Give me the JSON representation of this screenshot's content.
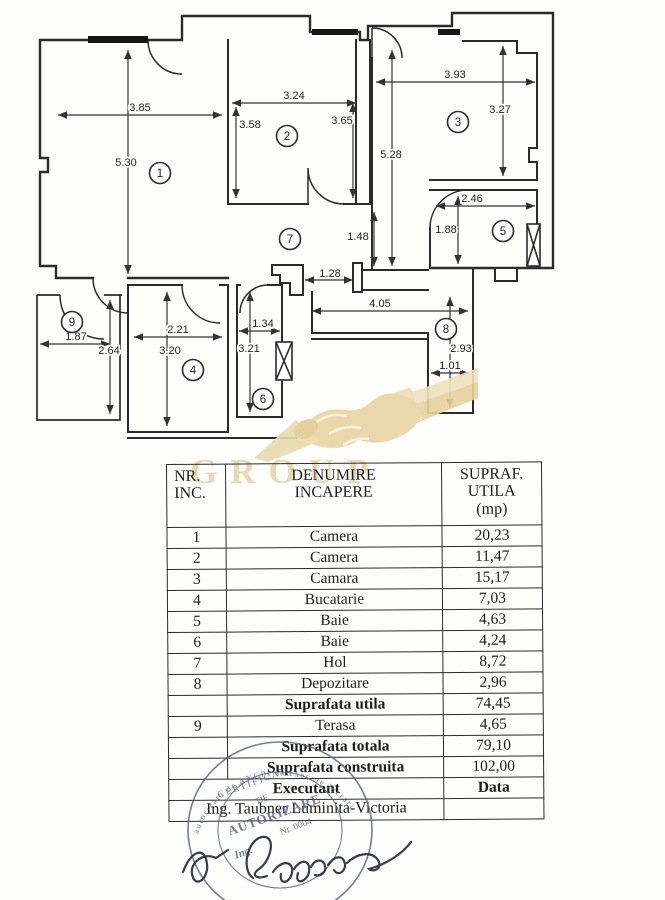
{
  "plan": {
    "rooms": [
      "1",
      "2",
      "3",
      "4",
      "5",
      "6",
      "7",
      "8",
      "9"
    ],
    "dims": {
      "d385": "3.85",
      "d530": "5.30",
      "d324": "3.24",
      "d358": "3.58",
      "d365": "3.65",
      "d393": "3.93",
      "d327": "3.27",
      "d528": "5.28",
      "d246": "2.46",
      "d188": "1.88",
      "d148": "1.48",
      "d128": "1.28",
      "d405": "4.05",
      "d293": "2.93",
      "d101": "1.01",
      "d221": "2.21",
      "d320": "3.20",
      "d134": "1.34",
      "d321": "3.21",
      "d187": "1.87",
      "d264": "2.64"
    }
  },
  "watermark": {
    "text": "GROUP"
  },
  "table": {
    "header": {
      "col1a": "NR.",
      "col1b": "INC.",
      "col2a": "DENUMIRE",
      "col2b": "INCAPERE",
      "col3a": "SUPRAF.",
      "col3b": "UTILA",
      "col3c": "(mp)"
    },
    "rows": [
      {
        "nr": "1",
        "name": "Camera",
        "value": "20,23"
      },
      {
        "nr": "2",
        "name": "Camera",
        "value": "11,47"
      },
      {
        "nr": "3",
        "name": "Camara",
        "value": "15,17"
      },
      {
        "nr": "4",
        "name": "Bucatarie",
        "value": "7,03"
      },
      {
        "nr": "5",
        "name": "Baie",
        "value": "4,63"
      },
      {
        "nr": "6",
        "name": "Baie",
        "value": "4,24"
      },
      {
        "nr": "7",
        "name": "Hol",
        "value": "8,72"
      },
      {
        "nr": "8",
        "name": "Depozitare",
        "value": "2,96"
      },
      {
        "nr": "",
        "name": "Suprafata utila",
        "value": "74,45"
      },
      {
        "nr": "9",
        "name": "Terasa",
        "value": "4,65"
      },
      {
        "nr": "",
        "name": "Suprafata totala",
        "value": "79,10"
      },
      {
        "nr": "",
        "name": "Suprafata construita",
        "value": "102,00"
      }
    ],
    "executant_label": "Executant",
    "data_label": "Data",
    "engineer": "Ing. Taubner Luminita-Victoria"
  },
  "stamp": {
    "ring": "autorizata de ANCPI sa execute lucrari",
    "line1": "CERTIFICAT",
    "line2": "DE",
    "line3": "AUTORIZARE",
    "line4": "Nr. 0004",
    "ing": "Ing."
  }
}
